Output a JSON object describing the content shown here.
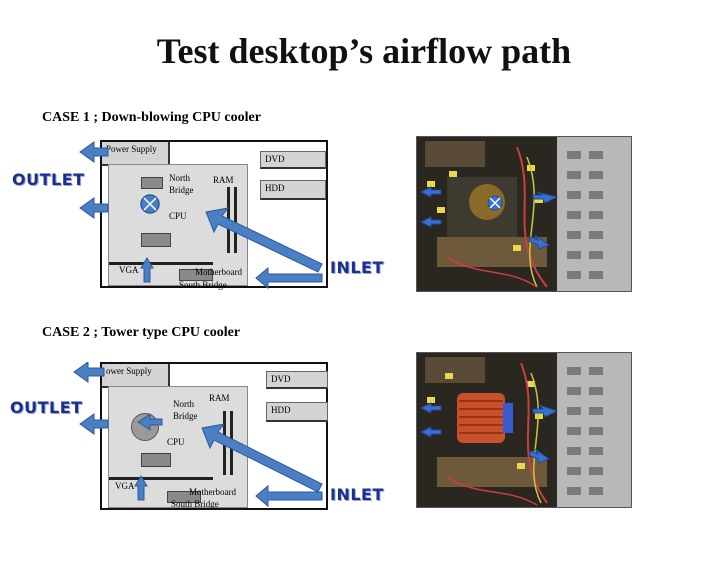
{
  "title": "Test desktop’s airflow path",
  "colors": {
    "arrow": "#4a7fc3",
    "arrow_stroke": "#2d5a9c",
    "label": "#1b2f8c",
    "x_mark": "#2f5fb5"
  },
  "cases": [
    {
      "heading": "CASE 1 ; Down-blowing CPU cooler",
      "psu": "Power Supply",
      "dvd": "DVD",
      "hdd": "HDD",
      "north": "North",
      "bridge": "Bridge",
      "ram": "RAM",
      "cpu": "CPU",
      "vga": "VGA",
      "motherboard": "Motherboard",
      "south_bridge": "South Bridge",
      "outlet": "OUTLET",
      "inlet": "INLET"
    },
    {
      "heading": "CASE 2 ; Tower type CPU cooler",
      "psu": "ower Supply",
      "dvd": "DVD",
      "hdd": "HDD",
      "north": "North",
      "bridge": "Bridge",
      "ram": "RAM",
      "cpu": "CPU",
      "vga": "VGA",
      "motherboard": "Motherboard",
      "south_bridge": "South Bridge",
      "outlet": "OUTLET",
      "inlet": "INLET"
    }
  ]
}
